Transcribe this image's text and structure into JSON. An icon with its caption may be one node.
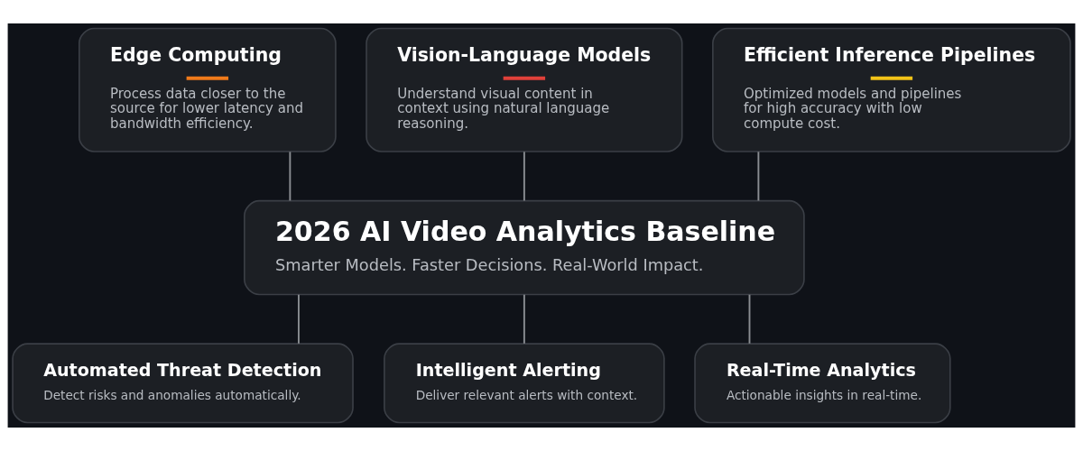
{
  "diagram": {
    "nodes": [
      {
        "text": [
          "Edge Computing",
          "Process data closer to the source for lower latency and bandwidth efficiency."
        ]
      },
      {
        "text": [
          "Vision-Language Models",
          "Understand visual content in context using natural language reasoning."
        ]
      },
      {
        "text": [
          "Efficient Inference Pipelines",
          "Optimized models and pipelines for high accuracy with low compute cost."
        ]
      },
      {
        "text": [
          "2026 AI Video Analytics Baseline",
          "Smarter Models. Faster Decisions. Real-World Impact."
        ]
      },
      {
        "text": [
          "Automated Threat Detection",
          "Detect risks and anomalies automatically."
        ]
      },
      {
        "text": [
          "Intelligent Alerting",
          "Deliver relevant alerts with context."
        ]
      },
      {
        "text": [
          "Real-Time Analytics",
          "Actionable insights in real-time."
        ]
      }
    ],
    "edges": [
      {
        "from": 0,
        "to": 3,
        "arrow": "none"
      },
      {
        "from": 1,
        "to": 3,
        "arrow": "none"
      },
      {
        "from": 2,
        "to": 3,
        "arrow": "none"
      },
      {
        "from": 3,
        "to": 4,
        "arrow": "none"
      },
      {
        "from": 3,
        "to": 5,
        "arrow": "none"
      },
      {
        "from": 3,
        "to": 6,
        "arrow": "none"
      }
    ]
  }
}
